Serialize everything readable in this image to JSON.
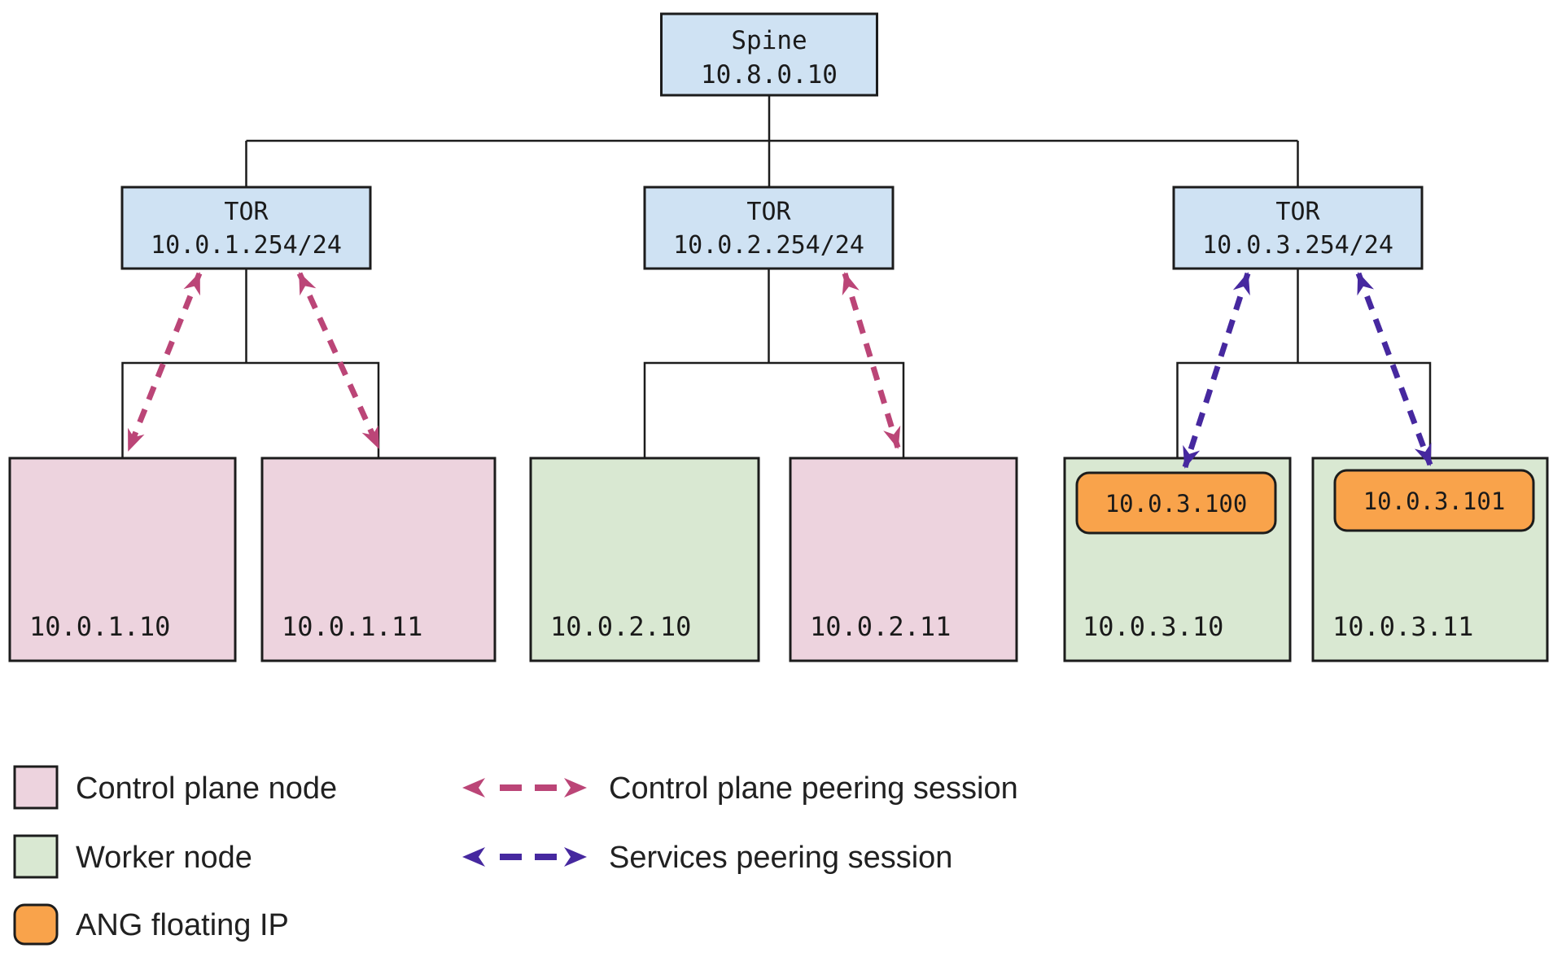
{
  "colors": {
    "switch_fill": "#cfe2f3",
    "control_plane_fill": "#edd3de",
    "worker_fill": "#d9e8d2",
    "floating_ip_fill": "#f9a34b",
    "control_peering_arrow": "#bb4577",
    "services_peering_arrow": "#46289f",
    "wire": "#1c1c1c",
    "text": "#1a1a1a"
  },
  "diagram": {
    "spine": {
      "label": "Spine",
      "ip": "10.8.0.10"
    },
    "tors": [
      {
        "label": "TOR",
        "ip": "10.0.1.254/24"
      },
      {
        "label": "TOR",
        "ip": "10.0.2.254/24"
      },
      {
        "label": "TOR",
        "ip": "10.0.3.254/24"
      }
    ],
    "nodes": [
      {
        "ip": "10.0.1.10",
        "type": "control-plane"
      },
      {
        "ip": "10.0.1.11",
        "type": "control-plane"
      },
      {
        "ip": "10.0.2.10",
        "type": "worker"
      },
      {
        "ip": "10.0.2.11",
        "type": "control-plane"
      },
      {
        "ip": "10.0.3.10",
        "type": "worker",
        "floating_ip": "10.0.3.100"
      },
      {
        "ip": "10.0.3.11",
        "type": "worker",
        "floating_ip": "10.0.3.101"
      }
    ]
  },
  "legend": {
    "items": [
      {
        "label": "Control plane node"
      },
      {
        "label": "Worker node"
      },
      {
        "label": "ANG floating IP"
      }
    ],
    "sessions": [
      {
        "label": "Control plane peering session"
      },
      {
        "label": "Services peering session"
      }
    ]
  }
}
